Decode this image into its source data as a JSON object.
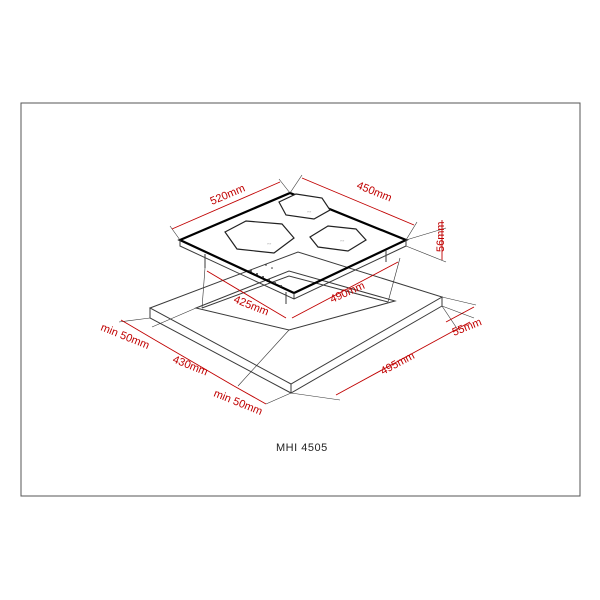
{
  "model_label": "MHI 4505",
  "dimensions": {
    "top_width": "520mm",
    "top_depth": "450mm",
    "height": "56mm",
    "cutout_width": "425mm",
    "cutout_depth": "490mm",
    "countertop_depth": "55mm",
    "front_min_clearance": "min 50mm",
    "front_span": "430mm",
    "bottom_min_clearance": "min 50mm",
    "countertop_length": "495mm"
  },
  "zones": [
    "zone-a",
    "zone-b",
    "zone-c"
  ],
  "colors": {
    "dimension": "#c00000",
    "outline": "#000000",
    "frame": "#555555"
  }
}
